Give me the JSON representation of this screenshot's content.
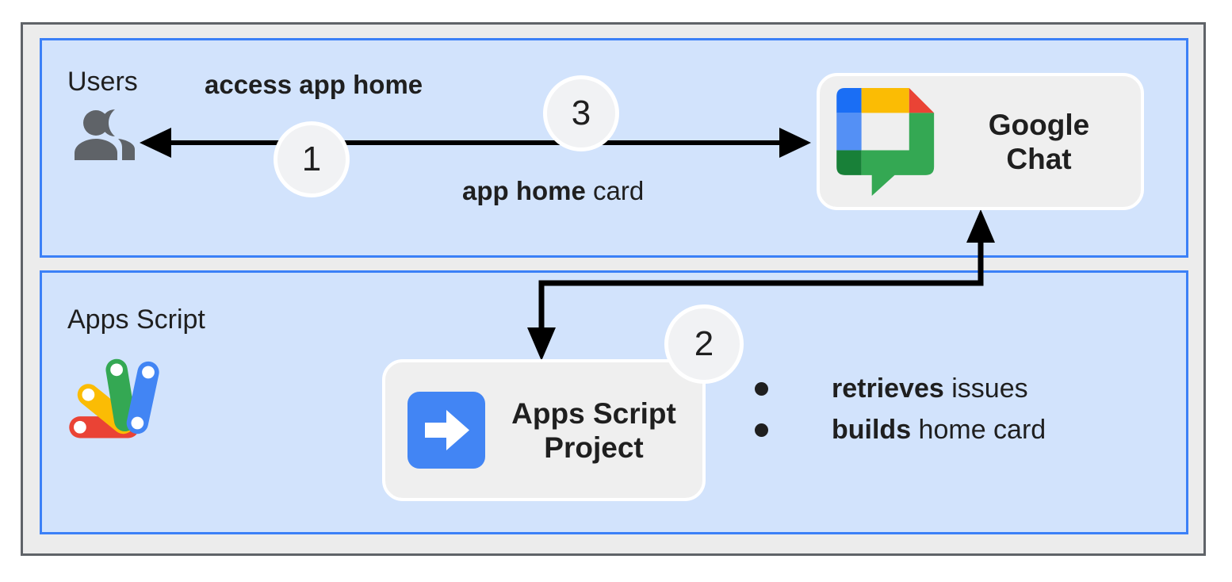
{
  "panels": {
    "users": {
      "label": "Users"
    },
    "apps_script": {
      "label": "Apps Script"
    }
  },
  "nodes": {
    "google_chat": {
      "line1": "Google",
      "line2": "Chat"
    },
    "apps_script_project": {
      "line1": "Apps Script",
      "line2": "Project"
    }
  },
  "edges": {
    "request": {
      "label_bold": "access app home"
    },
    "response": {
      "label_bold": "app home",
      "label_rest": " card"
    }
  },
  "steps": [
    "1",
    "2",
    "3"
  ],
  "bullets": [
    {
      "bold": "retrieves",
      "rest": " issues"
    },
    {
      "bold": "builds",
      "rest": " home card"
    }
  ],
  "icons": {
    "users": "users-group-icon",
    "google_chat": "google-chat-logo-icon",
    "apps_script": "apps-script-logo-icon",
    "project": "blue-right-arrow-icon"
  },
  "colors": {
    "page_bg": "#ffffff",
    "frame_border": "#5f6368",
    "frame_fill": "#ececec",
    "panel_border": "#3b80f7",
    "panel_fill": "#d2e3fc",
    "node_fill": "#efefef",
    "node_border": "#ffffff",
    "badge_fill": "#f1f2f4",
    "badge_ring": "#ffffff",
    "arrow": "#000000",
    "text": "#1f1f1f",
    "icon_gray": "#5f6368",
    "g_blue": "#4285f4",
    "g_blue_dark": "#1a6ef5",
    "g_blue_light": "#5490f5",
    "g_red": "#ea4335",
    "g_yellow": "#fbbc04",
    "g_green": "#34a853",
    "g_green_dark": "#188038"
  }
}
